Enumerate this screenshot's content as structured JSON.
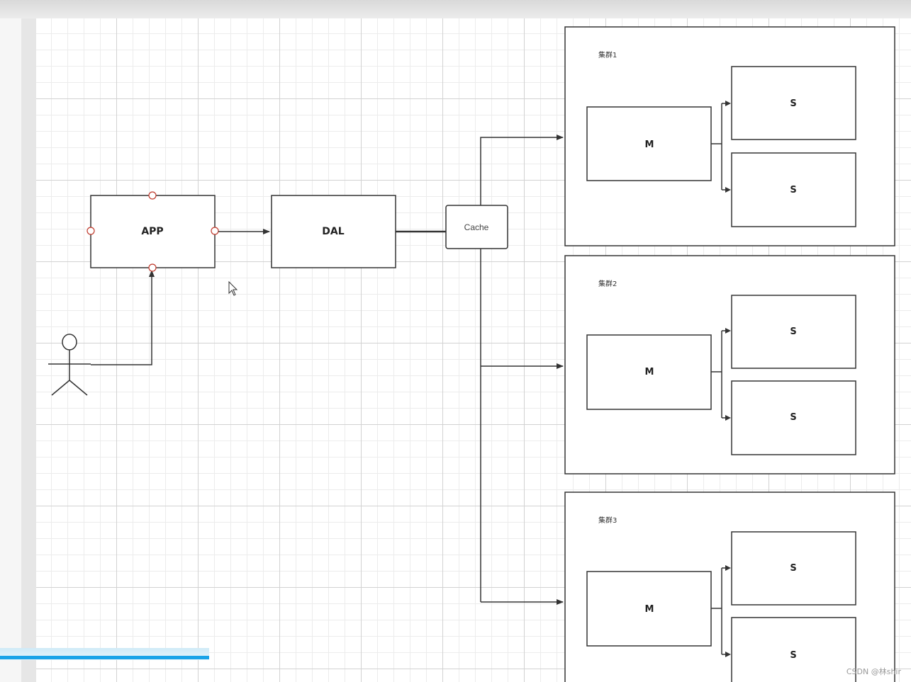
{
  "app_box": {
    "label": "APP"
  },
  "dal_box": {
    "label": "DAL"
  },
  "cache_box": {
    "label": "Cache"
  },
  "clusters": [
    {
      "label": "集群1",
      "master": "M",
      "slaves": [
        "S",
        "S"
      ]
    },
    {
      "label": "集群2",
      "master": "M",
      "slaves": [
        "S",
        "S"
      ]
    },
    {
      "label": "集群3",
      "master": "M",
      "slaves": [
        "S",
        "S"
      ]
    }
  ],
  "watermark": "CSDN @林shir",
  "colors": {
    "stroke": "#333333",
    "anchor": "#c0392b",
    "progress": "#1aa3e8"
  }
}
